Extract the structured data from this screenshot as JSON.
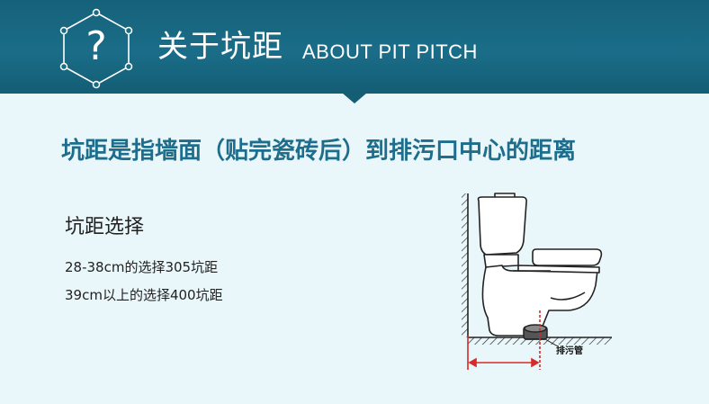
{
  "banner": {
    "icon_glyph": "?",
    "title_cn": "关于坑距",
    "title_en": "ABOUT PIT PITCH",
    "background": "#1a6d88"
  },
  "headline": {
    "text": "坑距是指墙面（贴完瓷砖后）到排污口中心的距离",
    "color": "#1d6d8c"
  },
  "selection": {
    "title": "坑距选择",
    "rules": [
      "28-38cm的选择305坑距",
      "39cm以上的选择400坑距"
    ]
  },
  "diagram": {
    "pipe_label": "排污管",
    "measure_color": "#d62b2b"
  }
}
